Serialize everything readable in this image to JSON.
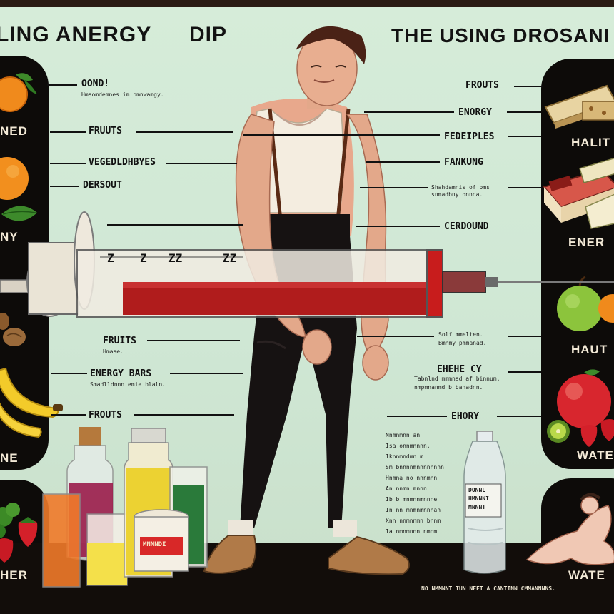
{
  "titles": {
    "left": "LING ANERGY",
    "left_suffix": "DIP",
    "right": "THE USING DROSANI"
  },
  "left_labels": {
    "oond": "OOND!",
    "oond_sub": "Hmaomdemnes im bmnwamgy.",
    "fruits1": "FRUUTS",
    "vegetables": "VEGEDLDHBYES",
    "derout": "DERSOUT",
    "fruits2": "FRUITS",
    "fruits2_sub": "Hmaae.",
    "energy_bars": "ENERGY BARS",
    "energy_bars_sub": "Smadlldnnn emie blaln.",
    "fruits3": "FROUTS"
  },
  "right_labels": {
    "frouts": "FROUTS",
    "energy": "ENORGY",
    "fedeiples": "FEDEIPLES",
    "fanking": "FANKUNG",
    "fanking_sub1": "Shahdamnis of bms",
    "fanking_sub2": "snmadbny onnna.",
    "cerdound": "CERDOUND",
    "mid_sub1": "Solf mmelten.",
    "mid_sub2": "Bmnmy pmmanad.",
    "eheke": "EHEHE CY",
    "eheke_sub1": "Tabnlnd mmmnad af binnum.",
    "eheke_sub2": "nmpmnanmd b banadnn.",
    "ehory": "EHORY"
  },
  "panel_labels_left": [
    "NED",
    "NY",
    "NE",
    "HER"
  ],
  "panel_labels_right": [
    "HALIT",
    "ENER",
    "HAUT",
    "WATE",
    "WATE"
  ],
  "fine_print": [
    "Nnmnmnn an",
    "Isa onnmnnnn.",
    "Iknnmndmn m",
    "Sm bnnnnmnnnnnnnn",
    "Hnmna no nnnmnn",
    "An nnmn mnnn",
    "Ib b mnmnnmnnne",
    "In nn mnmnmnnnan",
    "Xnn nnmnnmn bnnm",
    "Ia nmnmnnn nmnm"
  ],
  "jar_label": "MNNNDI",
  "bottle_label_1": "DONNL",
  "bottle_label_2": "HMNNNI",
  "bottle_label_3": "MNNNT",
  "syringe_marks": [
    "Z",
    "Z",
    "ZZ",
    "ZZ"
  ],
  "footer": "NO NMMNNT  TUN  NEET  A  CANTINN  CMMANNNNS.",
  "colors": {
    "background": "#cfe7d4",
    "panel": "#0d0b09",
    "ink": "#111111",
    "blood": "#b01c1c",
    "skin": "#e3a88a"
  },
  "icons": [
    "orange-icon",
    "leaf-icon",
    "nut-icon",
    "banana-icon",
    "broccoli-icon",
    "strawberry-icon",
    "energy-bar-icon",
    "apple-icon",
    "kiwi-icon",
    "syringe-icon",
    "water-bottle-icon",
    "juice-bottle-icon",
    "jar-icon",
    "figure-icon"
  ]
}
